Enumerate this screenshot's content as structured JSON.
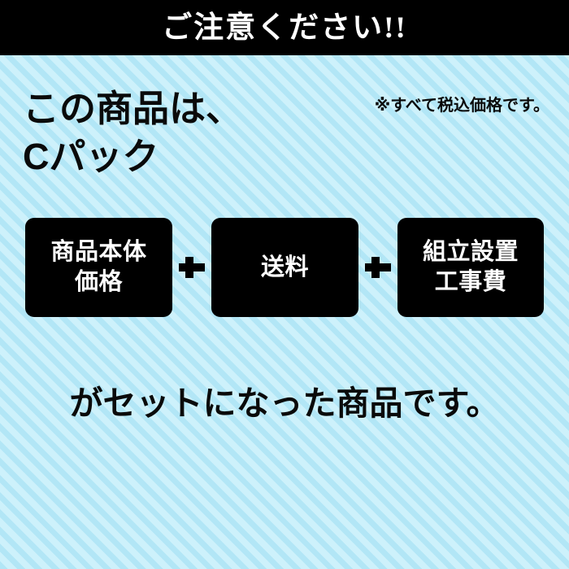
{
  "banner": {
    "title": "ご注意ください!!",
    "background_color": "#000000",
    "text_color": "#ffffff"
  },
  "background": {
    "base_color": "#bfeaf8",
    "stripe_dark": "#b2e6f6",
    "stripe_light": "#cdf1fb"
  },
  "headline": {
    "line1": "この商品は、",
    "line2": "Cパック"
  },
  "tax_note": {
    "text": "※すべて税込価格です。"
  },
  "fee_boxes": {
    "separator": "+",
    "items": [
      {
        "label": "商品本体\n価格"
      },
      {
        "label": "送料"
      },
      {
        "label": "組立設置\n工事費"
      }
    ],
    "box_color": "#000000",
    "label_color": "#ffffff"
  },
  "footer": {
    "text": "がセットになった商品です。"
  }
}
